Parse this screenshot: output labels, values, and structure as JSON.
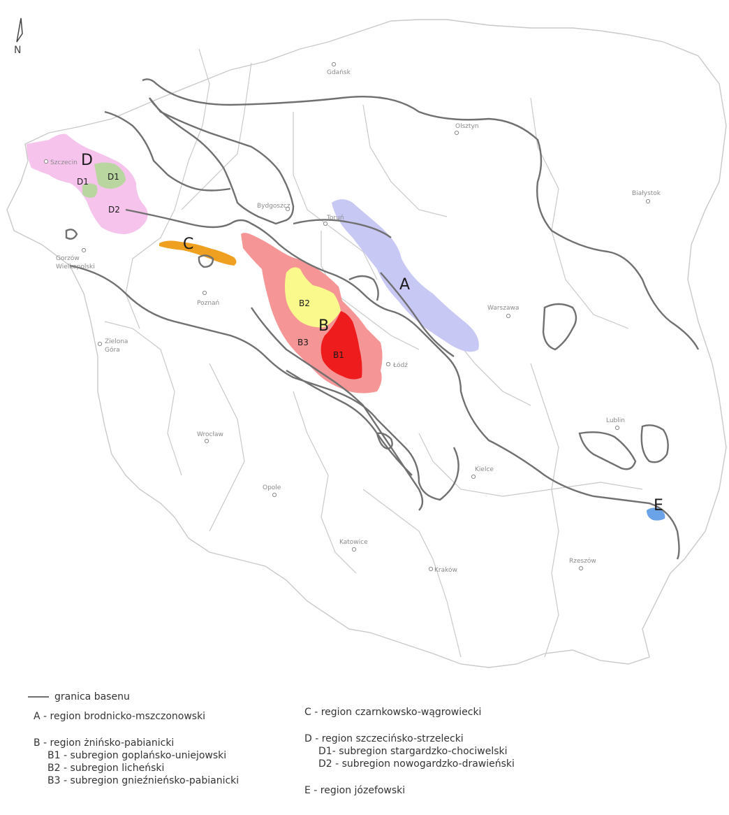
{
  "map": {
    "north_label": "N",
    "cities": [
      {
        "name": "Gdańsk"
      },
      {
        "name": "Olsztyn"
      },
      {
        "name": "Szczecin"
      },
      {
        "name": "Bydgoszcz"
      },
      {
        "name": "Toruń"
      },
      {
        "name": "Białystok"
      },
      {
        "name": "Gorzów Wielkopolski"
      },
      {
        "name": "Poznań"
      },
      {
        "name": "Warszawa"
      },
      {
        "name": "Zielona Góra"
      },
      {
        "name": "Łódź"
      },
      {
        "name": "Lublin"
      },
      {
        "name": "Wrocław"
      },
      {
        "name": "Kielce"
      },
      {
        "name": "Opole"
      },
      {
        "name": "Katowice"
      },
      {
        "name": "Kraków"
      },
      {
        "name": "Rzeszów"
      }
    ],
    "regions": [
      {
        "letter": "A",
        "color": "#c8c8f5"
      },
      {
        "letter": "B",
        "color": "#f59595"
      },
      {
        "letter": "C",
        "color": "#f0a020"
      },
      {
        "letter": "D",
        "color": "#f5c3ec"
      },
      {
        "letter": "E",
        "color": "#6aa3e8"
      }
    ],
    "subregions": [
      {
        "label": "B1",
        "color": "#ee1c1c"
      },
      {
        "label": "B2",
        "color": "#fafa8c"
      },
      {
        "label": "B3",
        "color": "#f59595"
      },
      {
        "label": "D1",
        "color": "#b9d6a0"
      },
      {
        "label": "D1",
        "color": "#b9d6a0"
      },
      {
        "label": "D2",
        "color": "#f5c3ec"
      }
    ]
  },
  "legend": {
    "basin": "granica basenu",
    "A": "A - region brodnicko-mszczonowski",
    "B": "B - region żnińsko-pabianicki",
    "B1": "B1 - subregion goplańsko-uniejowski",
    "B2": "B2 - subregion licheński",
    "B3": "B3 - subregion gnieźnieńsko-pabianicki",
    "C": "C - region czarnkowsko-wągrowiecki",
    "D": "D - region szczecińsko-strzelecki",
    "D1": "D1- subregion stargardzko-chociwelski",
    "D2": "D2 - subregion nowogardzko-drawieński",
    "E": "E - region józefowski"
  }
}
